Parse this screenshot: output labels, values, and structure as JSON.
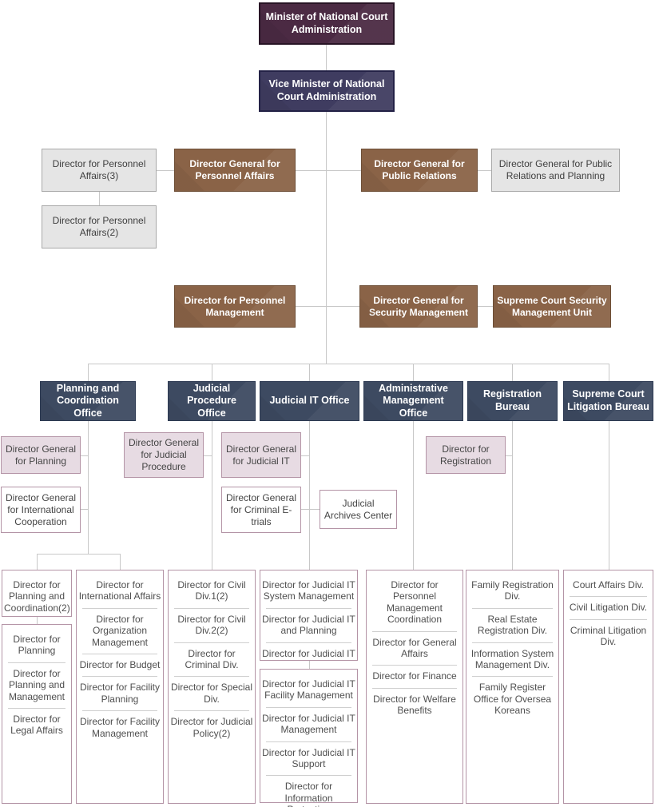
{
  "palette": {
    "minister_maroon": "#4b2a43",
    "vice_navy": "#3f3c60",
    "director_brown": "#8a6347",
    "office_slate": "#3d4a61",
    "deputy_pink": "#e7dbe3",
    "mauve_border": "#b494a6",
    "gray_fill": "#e5e5e5",
    "connector_gray": "#c8c8c8"
  },
  "top_nodes": {
    "minister": "Minister of National Court Administration",
    "vice_minister": "Vice Minister of National Court Administration"
  },
  "staff_nodes": {
    "personnel_affairs_3": "Director for Personnel Affairs(3)",
    "personnel_affairs_2": "Director for Personnel Affairs(2)",
    "dg_personnel_affairs": "Director General for Personnel Affairs",
    "dg_public_relations": "Director General for Public Relations",
    "dg_public_relations_planning": "Director General for Public Relations and Planning",
    "personnel_management": "Director for Personnel Management",
    "dg_security_management": "Director General for Security Management",
    "supreme_court_security_unit": "Supreme Court Security Management Unit"
  },
  "offices": [
    "Planning and Coordination Office",
    "Judicial Procedure Office",
    "Judicial IT Office",
    "Administrative Management Office",
    "Registration Bureau",
    "Supreme Court Litigation Bureau"
  ],
  "deputy_nodes": {
    "dg_planning": "Director General for Planning",
    "dg_international_cooperation": "Director General for International Cooperation",
    "dg_judicial_procedure": "Director General for Judicial Procedure",
    "dg_judicial_it": "Director General for Judicial IT",
    "dg_criminal_etrials": "Director General for Criminal E-trials",
    "judicial_archives_center": "Judicial Archives Center",
    "director_registration": "Director for Registration"
  },
  "division_boxes": {
    "coordination": [
      "Director for Planning and Coordination(2)"
    ],
    "planning": [
      "Director for Planning",
      "Director for Planning and Management",
      "Director for Legal Affairs"
    ],
    "planning_admin": [
      "Director for International Affairs",
      "Director for Organization Management",
      "Director for Budget",
      "Director for Facility Planning",
      "Director for Facility Management"
    ],
    "judicial_procedure": [
      "Director for Civil Div.1(2)",
      "Director for Civil Div.2(2)",
      "Director for Criminal Div.",
      "Director for Special Div.",
      "Director for Judicial Policy(2)"
    ],
    "judicial_it_a": [
      "Director for Judicial IT System Management",
      "Director for Judicial IT and Planning",
      "Director for Judicial IT"
    ],
    "judicial_it_b": [
      "Director for Judicial IT Facility Management",
      "Director for Judicial IT Management",
      "Director for Judicial IT Support",
      "Director for Information Protection"
    ],
    "administrative": [
      "Director for Personnel Management Coordination",
      "Director for General Affairs",
      "Director for Finance",
      "Director for Welfare Benefits"
    ],
    "registration": [
      "Family Registration Div.",
      "Real Estate Registration Div.",
      "Information System Management Div.",
      "Family Register Office for Oversea Koreans"
    ],
    "litigation": [
      "Court Affairs Div.",
      "Civil Litigation Div.",
      "Criminal Litigation Div."
    ]
  }
}
